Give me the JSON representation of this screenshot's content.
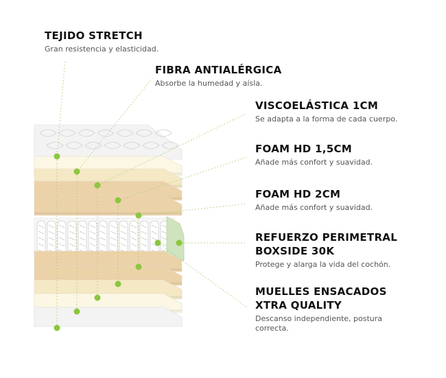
{
  "layers": [
    {
      "title_lines": [
        "TEJIDO STRETCH"
      ],
      "desc_lines": [
        "Gran resistencia y elasticidad."
      ],
      "icon": "quilted-fabric"
    },
    {
      "title_lines": [
        "FIBRA ANTIALÉRGICA"
      ],
      "desc_lines": [
        "Absorbe la humedad y aísla."
      ],
      "icon": "fiber-layer"
    },
    {
      "title_lines": [
        "VISCOELÁSTICA 1CM"
      ],
      "desc_lines": [
        "Se adapta a la forma de cada cuerpo."
      ],
      "icon": "memory-foam-layer"
    },
    {
      "title_lines": [
        "FOAM HD 1,5CM"
      ],
      "desc_lines": [
        "Añade más confort y suavidad."
      ],
      "icon": "foam-layer"
    },
    {
      "title_lines": [
        "FOAM HD 2CM"
      ],
      "desc_lines": [
        "Añade más confort y suavidad."
      ],
      "icon": "foam-layer"
    },
    {
      "title_lines": [
        "REFUERZO PERIMETRAL",
        "BOXSIDE 30K"
      ],
      "desc_lines": [
        "Protege y alarga la vida del cochón."
      ],
      "icon": "perimeter-frame"
    },
    {
      "title_lines": [
        "MUELLES ENSACADOS",
        "XTRA QUALITY"
      ],
      "desc_lines": [
        "Descanso independiente, postura",
        "correcta."
      ],
      "icon": "pocket-springs"
    }
  ],
  "colors": {
    "accent_green": "#8cc63f",
    "guide_line": "#a8cf6e",
    "fabric": "#f3f3f3",
    "fiber": "#fbf7e4",
    "visco": "#f4e8c5",
    "foam": "#ecd2a9",
    "foam_dark": "#d9b178",
    "perimeter": "#cfe3bf",
    "spring": "#ffffff"
  }
}
